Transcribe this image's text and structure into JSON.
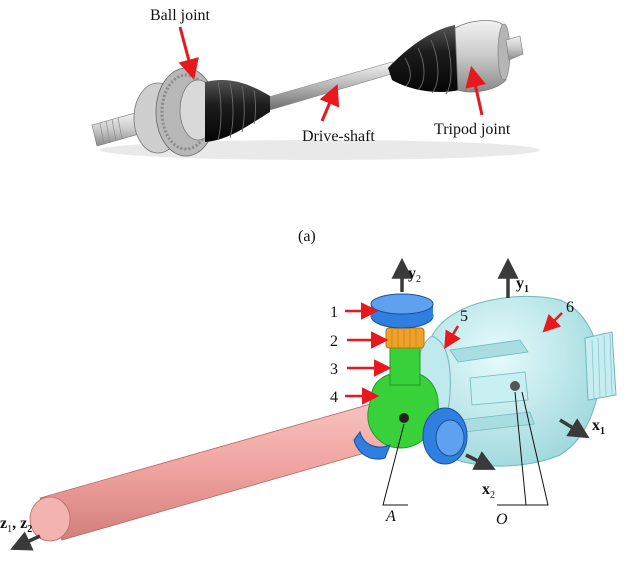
{
  "panel_a": {
    "caption": "(a)",
    "labels": {
      "ball_joint": "Ball joint",
      "drive_shaft": "Drive-shaft",
      "tripod_joint": "Tripod joint"
    }
  },
  "panel_b": {
    "part_numbers": [
      "1",
      "2",
      "3",
      "4",
      "5",
      "6"
    ],
    "axes": {
      "y2": "y",
      "y2_sub": "2",
      "y1": "y",
      "y1_sub": "1",
      "x1": "x",
      "x1_sub": "1",
      "x2": "x",
      "x2_sub": "2",
      "z1": "z",
      "z1_sub": "1",
      "z2": "z",
      "z2_sub": "2",
      "z_sep": ", "
    },
    "points": {
      "A": "A",
      "O": "O"
    }
  },
  "colors": {
    "arrow": "#e8191e",
    "roller_blue": "#2e7fe0",
    "needle_orange": "#f0a12a",
    "spider_green": "#39d13a",
    "shaft_pink": "#f0a3a0",
    "housing_cyan": "#c6eef0",
    "axis_dark": "#3a3a3a"
  }
}
